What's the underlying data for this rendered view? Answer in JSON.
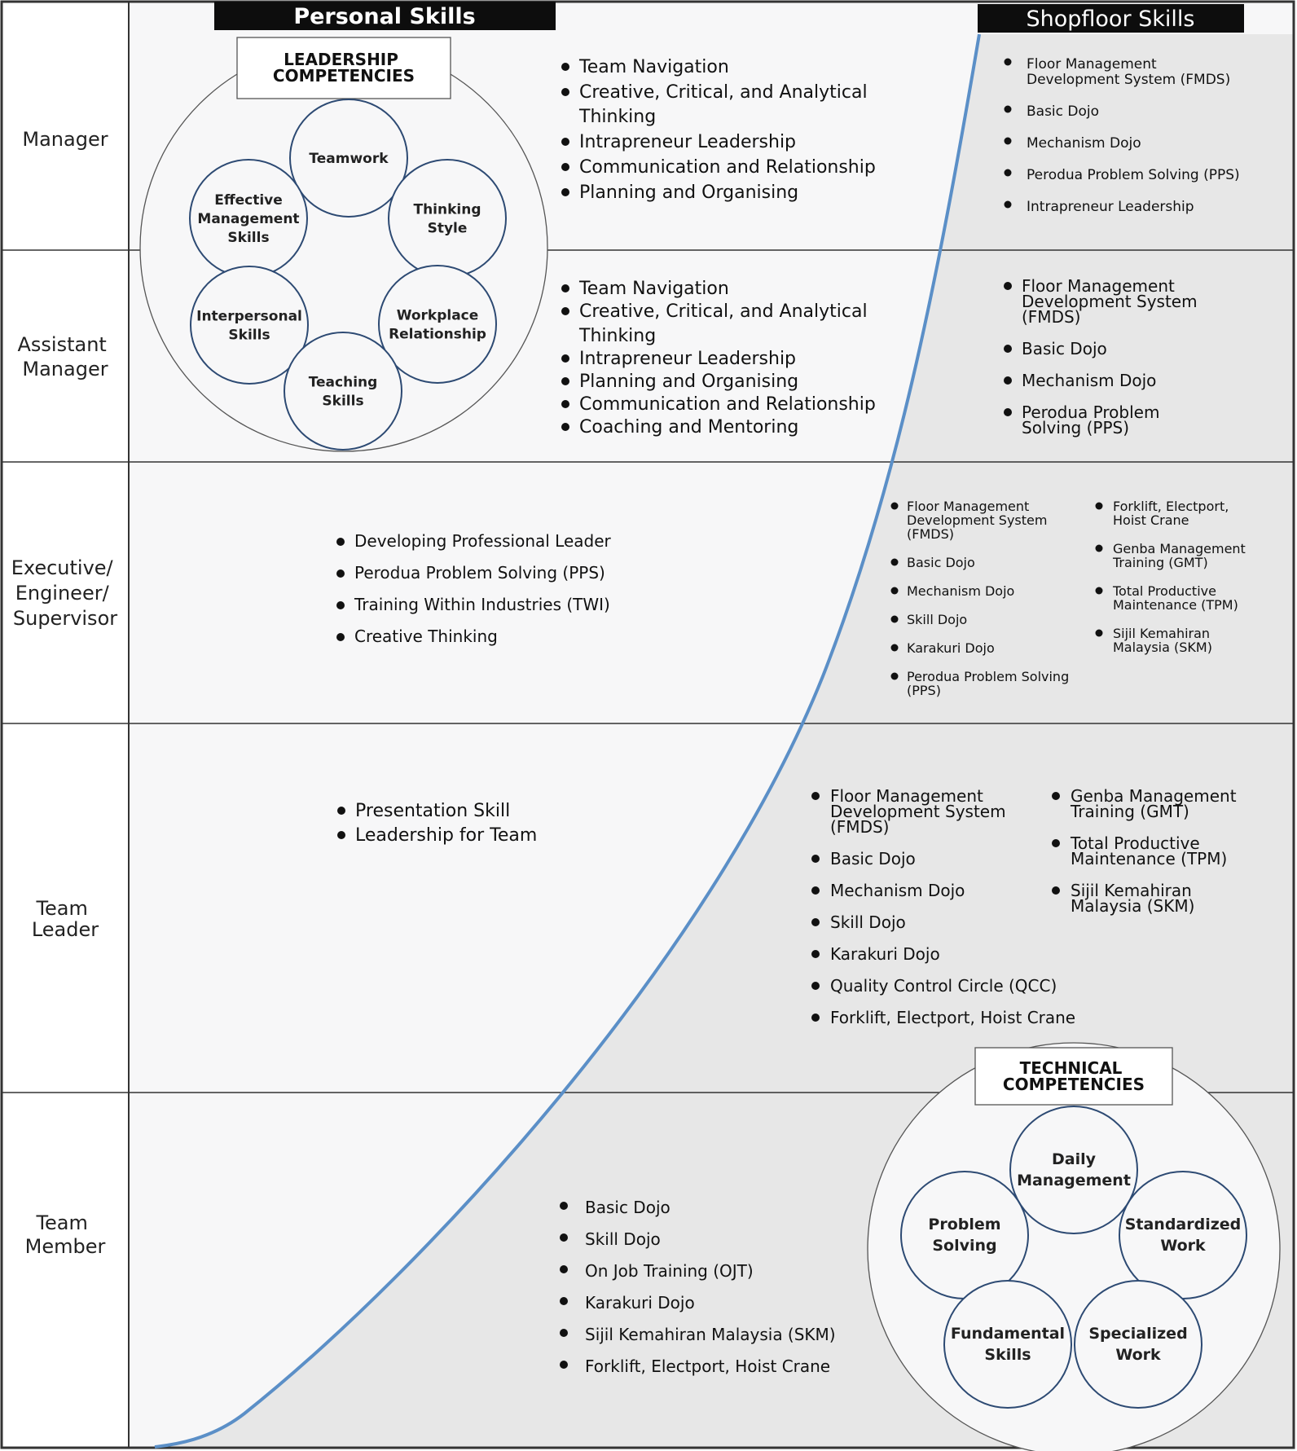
{
  "headers": {
    "personal": "Personal Skills",
    "shopfloor": "Shopfloor Skills"
  },
  "roles": {
    "manager": "Manager",
    "assistant_manager": [
      "Assistant",
      "Manager"
    ],
    "executive": [
      "Executive/",
      "Engineer/",
      "Supervisor"
    ],
    "team_leader": [
      "Team",
      "Leader"
    ],
    "team_member": [
      "Team",
      "Member"
    ]
  },
  "leadership": {
    "title": [
      "LEADERSHIP",
      "COMPETENCIES"
    ],
    "items": {
      "teamwork": [
        "Teamwork"
      ],
      "thinking": [
        "Thinking",
        "Style"
      ],
      "effective": [
        "Effective",
        "Management",
        "Skills"
      ],
      "interpersonal": [
        "Interpersonal",
        "Skills"
      ],
      "workplace": [
        "Workplace",
        "Relationship"
      ],
      "teaching": [
        "Teaching",
        "Skills"
      ]
    }
  },
  "technical": {
    "title": [
      "TECHNICAL",
      "COMPETENCIES"
    ],
    "items": {
      "daily": [
        "Daily",
        "Management"
      ],
      "problem": [
        "Problem",
        "Solving"
      ],
      "standardized": [
        "Standardized",
        "Work"
      ],
      "fundamental": [
        "Fundamental",
        "Skills"
      ],
      "specialized": [
        "Specialized",
        "Work"
      ]
    }
  },
  "personal_skills": {
    "manager": [
      [
        "Team Navigation"
      ],
      [
        "Creative, Critical, and Analytical",
        "Thinking"
      ],
      [
        "Intrapreneur Leadership"
      ],
      [
        "Communication and Relationship"
      ],
      [
        "Planning and Organising"
      ]
    ],
    "assistant_manager": [
      [
        "Team Navigation"
      ],
      [
        "Creative, Critical, and Analytical",
        "Thinking"
      ],
      [
        "Intrapreneur Leadership"
      ],
      [
        "Planning and Organising"
      ],
      [
        "Communication and Relationship"
      ],
      [
        "Coaching and Mentoring"
      ]
    ],
    "executive": [
      [
        "Developing Professional Leader"
      ],
      [
        "Perodua Problem Solving (PPS)"
      ],
      [
        "Training Within Industries (TWI)"
      ],
      [
        "Creative Thinking"
      ]
    ],
    "team_leader": [
      [
        "Presentation Skill"
      ],
      [
        "Leadership for Team"
      ]
    ],
    "team_member": [
      [
        "Basic Dojo"
      ],
      [
        "Skill Dojo"
      ],
      [
        "On Job Training (OJT)"
      ],
      [
        "Karakuri Dojo"
      ],
      [
        "Sijil Kemahiran Malaysia (SKM)"
      ],
      [
        "Forklift, Electport, Hoist Crane"
      ]
    ]
  },
  "shopfloor_skills": {
    "manager": [
      [
        "Floor Management",
        "Development System (FMDS)"
      ],
      [
        "Basic Dojo"
      ],
      [
        "Mechanism Dojo"
      ],
      [
        "Perodua Problem Solving (PPS)"
      ],
      [
        "Intrapreneur Leadership"
      ]
    ],
    "assistant_manager": [
      [
        "Floor Management",
        "Development System",
        "(FMDS)"
      ],
      [
        "Basic Dojo"
      ],
      [
        "Mechanism Dojo"
      ],
      [
        "Perodua Problem",
        "Solving (PPS)"
      ]
    ],
    "executive_left": [
      [
        "Floor Management",
        "Development System",
        "(FMDS)"
      ],
      [
        "Basic Dojo"
      ],
      [
        "Mechanism Dojo"
      ],
      [
        "Skill Dojo"
      ],
      [
        "Karakuri Dojo"
      ],
      [
        "Perodua Problem Solving",
        "(PPS)"
      ]
    ],
    "executive_right": [
      [
        "Forklift, Electport,",
        "Hoist Crane"
      ],
      [
        "Genba Management",
        "Training (GMT)"
      ],
      [
        "Total Productive",
        "Maintenance (TPM)"
      ],
      [
        "Sijil Kemahiran",
        "Malaysia (SKM)"
      ]
    ],
    "team_leader_left": [
      [
        "Floor Management",
        "Development System",
        "(FMDS)"
      ],
      [
        "Basic Dojo"
      ],
      [
        "Mechanism Dojo"
      ],
      [
        "Skill Dojo"
      ],
      [
        "Karakuri Dojo"
      ],
      [
        "Quality Control Circle (QCC)"
      ],
      [
        "Forklift, Electport, Hoist Crane"
      ]
    ],
    "team_leader_right": [
      [
        "Genba Management",
        "Training (GMT)"
      ],
      [
        "Total Productive",
        "Maintenance (TPM)"
      ],
      [
        "Sijil Kemahiran",
        "Malaysia (SKM)"
      ]
    ]
  },
  "colors": {
    "curve": "#5b8fc7",
    "circle_stroke": "#2d4a73",
    "shade": "#e7e7e7",
    "header_bg": "#0d0d0d"
  }
}
